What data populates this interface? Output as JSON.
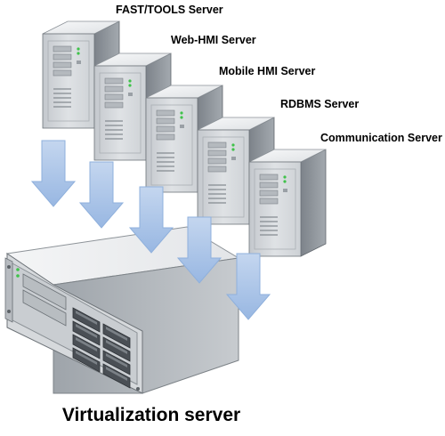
{
  "servers": [
    {
      "label": "FAST/TOOLS Server"
    },
    {
      "label": "Web-HMI Server"
    },
    {
      "label": "Mobile HMI Server"
    },
    {
      "label": "RDBMS Server"
    },
    {
      "label": "Communication Server"
    }
  ],
  "caption": "Virtualization server",
  "colors": {
    "arrow_fill": "#a9c4e8",
    "arrow_stroke": "#8fb0dc",
    "server_front": "#d4d7db",
    "server_side": "#8e949b",
    "server_top": "#eef0f2",
    "led_green": "#3fc24a"
  },
  "icons": {
    "tower": "tower-server-icon",
    "rack": "rack-server-icon",
    "arrow": "down-arrow-icon"
  }
}
